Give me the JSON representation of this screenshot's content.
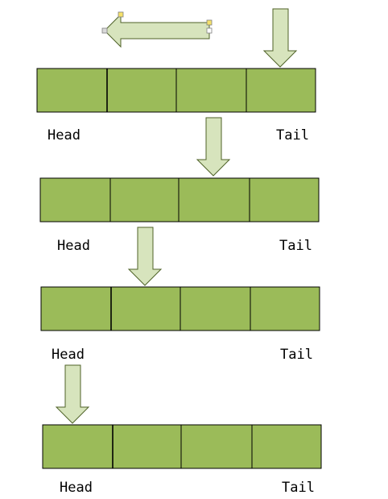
{
  "labels": {
    "head": "Head",
    "tail": "Tail"
  },
  "colors": {
    "cell_fill": "#9bbb59",
    "cell_stroke": "#000000",
    "arrow_fill": "#d7e4bd",
    "arrow_stroke": "#4f6228",
    "handle_yellow": "#f5e16a",
    "handle_gray": "#d9d9d9"
  },
  "rows": [
    {
      "cells": 4,
      "pointer_cell": 4
    },
    {
      "cells": 4,
      "pointer_cell": 3
    },
    {
      "cells": 4,
      "pointer_cell": 2
    },
    {
      "cells": 4,
      "pointer_cell": 1
    }
  ]
}
